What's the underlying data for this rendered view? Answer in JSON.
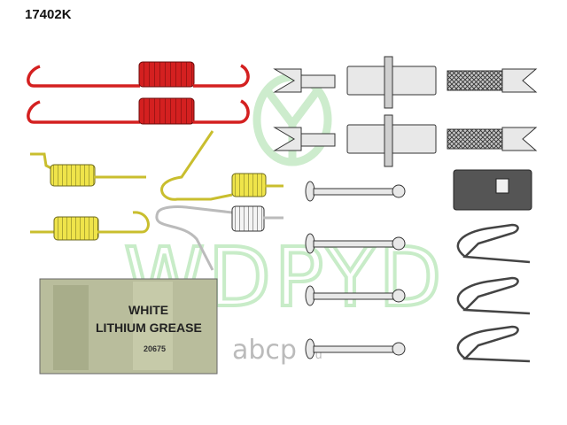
{
  "part_number": "17402K",
  "watermark": {
    "brand": "WDPYD",
    "site": "abcp",
    "tld": ".ru"
  },
  "grease_packet": {
    "line1": "WHITE",
    "line2": "LITHIUM GREASE",
    "code": "20675"
  },
  "colors": {
    "red_spring": "#d42020",
    "yellow_spring": "#efe44a",
    "white_spring": "#f4f4f4",
    "steel": "#dcdcdc",
    "outline": "#333333",
    "watermark_green": "#c8ecc8",
    "grease_bg": "#b9bd9c",
    "adjuster_block": "#555555"
  }
}
